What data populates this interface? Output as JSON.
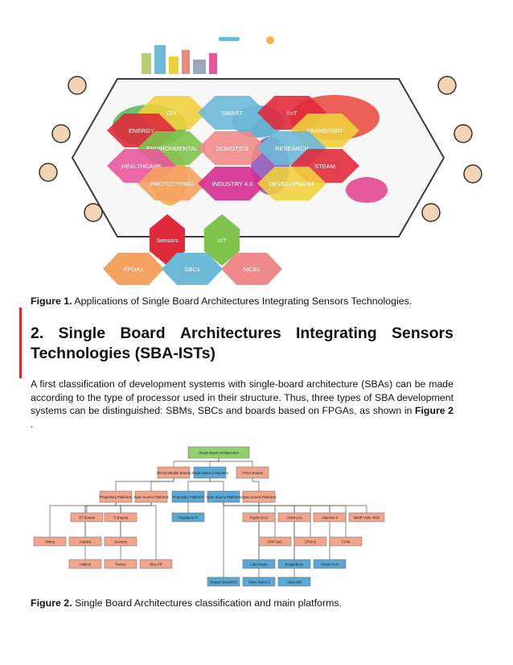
{
  "figure1": {
    "caption_label": "Figure 1.",
    "caption_text": " Applications of Single Board Architectures Integrating Sensors Technologies.",
    "hex_labels": [
      "DIY",
      "SMART",
      "IIoT",
      "ENERGY",
      "TRANSPORT",
      "ENVIRONMENTAL",
      "DOMOTICS",
      "RESEARCH",
      "HEALTHCARE",
      "STEAM",
      "PROTOTYPING",
      "INDUSTRY 4.0",
      "DEVELOPMENT"
    ],
    "bottom_labels": [
      "Sensors",
      "IoT",
      "FPGAs",
      "SBCs",
      "MCBs"
    ],
    "colors": {
      "red": "#e02a3b",
      "green": "#7ec34a",
      "yellow": "#f0cf3c",
      "pink": "#e9579b",
      "blue": "#6cb9d8",
      "salmon": "#f08a8a",
      "orange": "#f4a261",
      "magenta": "#d62c8f"
    }
  },
  "section": {
    "heading_words": [
      "2.",
      "Single",
      "Board",
      "Architectures",
      "Integrating",
      "Sensors"
    ],
    "heading_line2": "Technologies (SBA-ISTs)",
    "para_text": "A first classification of development systems with single-board architecture (SBAs) can be made according to the type of processor used in their structure. Thus, three types of SBA development systems can be distinguished: SBMs, SBCs and boards based on FPGAs, as shown in ",
    "para_ref": "Figure 2",
    "para_end": " ."
  },
  "figure2": {
    "caption_label": "Figure 2.",
    "caption_text": " Single Board Architectures classification and main platforms.",
    "nodes": {
      "root": "Single Board Architectures",
      "mcb": "Microcontroller Boards",
      "sbc": "Single Board Computers",
      "fpga": "FPGA Boards",
      "mcb_prop": "Proprietary Platforms",
      "mcb_open": "Open Source Platforms",
      "sbc_prop": "Proprietary Platforms",
      "sbc_open": "Open Source Platforms",
      "fpga_open": "Open Source Platforms",
      "st": "ST Boards",
      "ti": "TI Boards",
      "rpi": "Raspberry Pi",
      "papilio": "Papilio DUO",
      "alchitry": "Alchitry Au",
      "altambra": "Altambra II",
      "mimas": "MiMR Vidor 4000",
      "wiring": "Wiring",
      "arduino": "Arduino",
      "genuino": "Genuino",
      "orpsoc": "ORP SoC",
      "zpzino": "ZPUino",
      "cv": "CV48",
      "adafruit": "Adafruit",
      "teensy": "Teensy",
      "bluepill": "Blue Pill",
      "lattepanda": "LattePanda",
      "beagle": "BeagleBone",
      "odroid": "Odroid XU4",
      "dragon": "Dragon Board410",
      "tinker": "Tinker Board 2",
      "udoo": "Udoo x86"
    }
  }
}
